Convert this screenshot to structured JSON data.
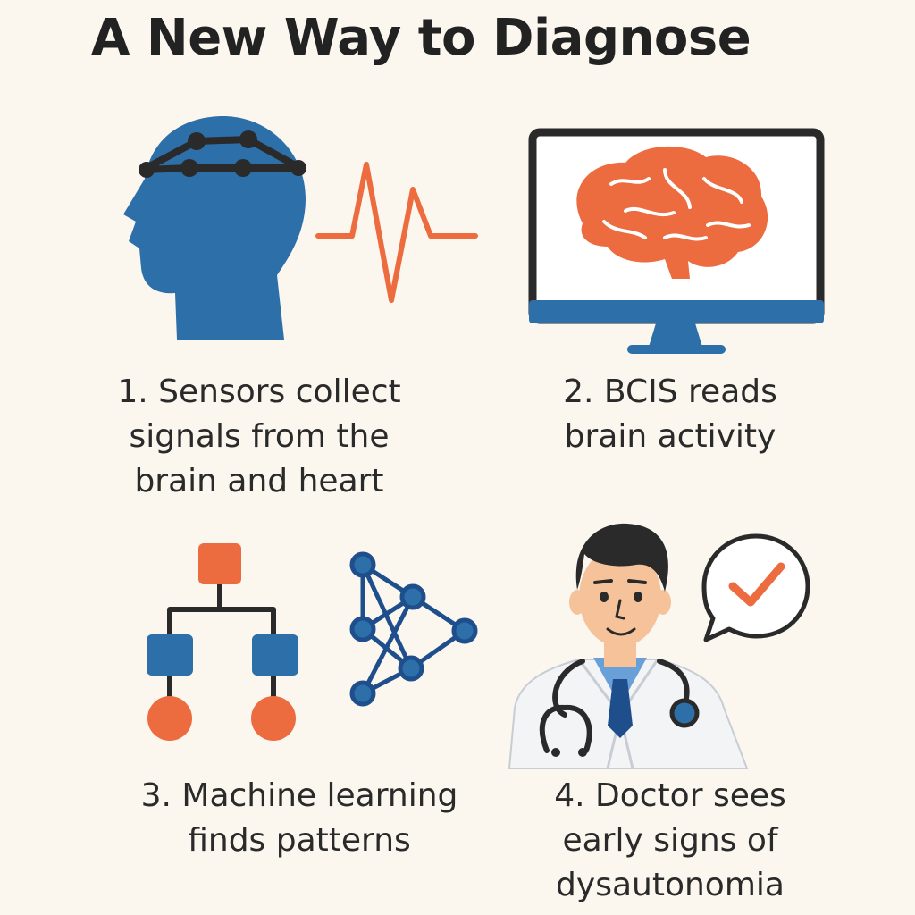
{
  "title": "A New Way to Diagnose",
  "colors": {
    "background": "#fbf7ef",
    "blue": "#2d6fa8",
    "orange": "#ec6b3f",
    "dark": "#222222"
  },
  "steps": [
    {
      "icon": "sensor-head-icon",
      "lines": [
        "1. Sensors collect",
        "signals from the",
        "brain and heart"
      ]
    },
    {
      "icon": "monitor-brain-icon",
      "lines": [
        "2. BCIS reads",
        "brain activity"
      ]
    },
    {
      "icon": "decision-tree-icon",
      "lines": [
        "3. Machine learning",
        "finds patterns"
      ]
    },
    {
      "icon": "doctor-icon",
      "lines": [
        "4. Doctor sees",
        "early signs of",
        "dysautonomia"
      ]
    }
  ]
}
